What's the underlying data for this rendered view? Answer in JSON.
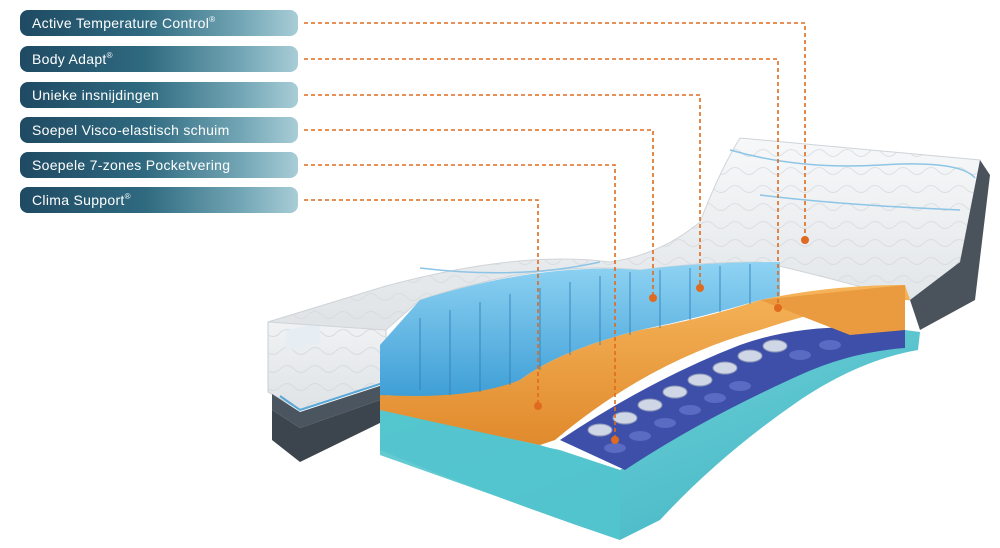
{
  "features": [
    {
      "name": "Active Temperature Control",
      "mark": "®",
      "layer": "top-cover"
    },
    {
      "name": "Body Adapt",
      "mark": "®",
      "layer": "white-foam-top"
    },
    {
      "name": "Unieke insnijdingen",
      "mark": "",
      "layer": "blue-cut-foam"
    },
    {
      "name": "Soepel Visco-elastisch schuim",
      "mark": "",
      "layer": "blue-visco-foam"
    },
    {
      "name": "Soepele 7-zones Pocketvering",
      "mark": "",
      "layer": "pocket-springs"
    },
    {
      "name": "Clima Support",
      "mark": "®",
      "layer": "orange-support"
    }
  ],
  "colors": {
    "label_dark": "#1f4a63",
    "label_light": "#a8cdd6",
    "leader_line": "#e06a1f",
    "cover": "#eef0f2",
    "blue_foam": "#5bb8e6",
    "orange_layer": "#f2a445",
    "springs": "#3d4fa8",
    "base_foam": "#57c7cf"
  }
}
